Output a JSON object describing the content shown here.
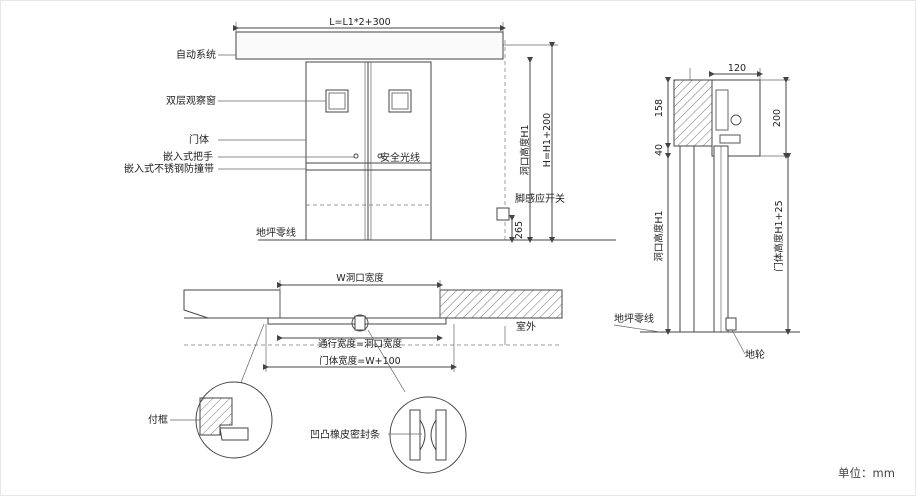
{
  "labels": {
    "auto_system": "自动系统",
    "double_window": "双层观察窗",
    "door_body": "门体",
    "handle": "嵌入式把手",
    "steel_strip": "嵌入式不锈钢防撞带",
    "floor_line_front": "地坪零线",
    "safety_beam": "安全光线",
    "foot_switch": "脚感应开关",
    "outdoor": "室外",
    "frame": "付框",
    "seal_strip": "凹凸橡皮密封条",
    "floor_line_side": "地坪零线",
    "wheel": "地轮"
  },
  "dimensions": {
    "total_length": "L=L1*2+300",
    "opening_height": "洞口高度H1",
    "total_height": "H=H1+200",
    "switch_height": "265",
    "opening_width": "W洞口宽度",
    "passage_width": "通行宽度=洞口宽度",
    "door_width": "门体宽度=W+100",
    "side_width": "120",
    "side_top": "158",
    "side_gap": "40",
    "side_box": "200",
    "side_opening": "洞口高度H1",
    "side_door_height": "门体高度H1+25"
  },
  "unit_note": "单位：mm"
}
